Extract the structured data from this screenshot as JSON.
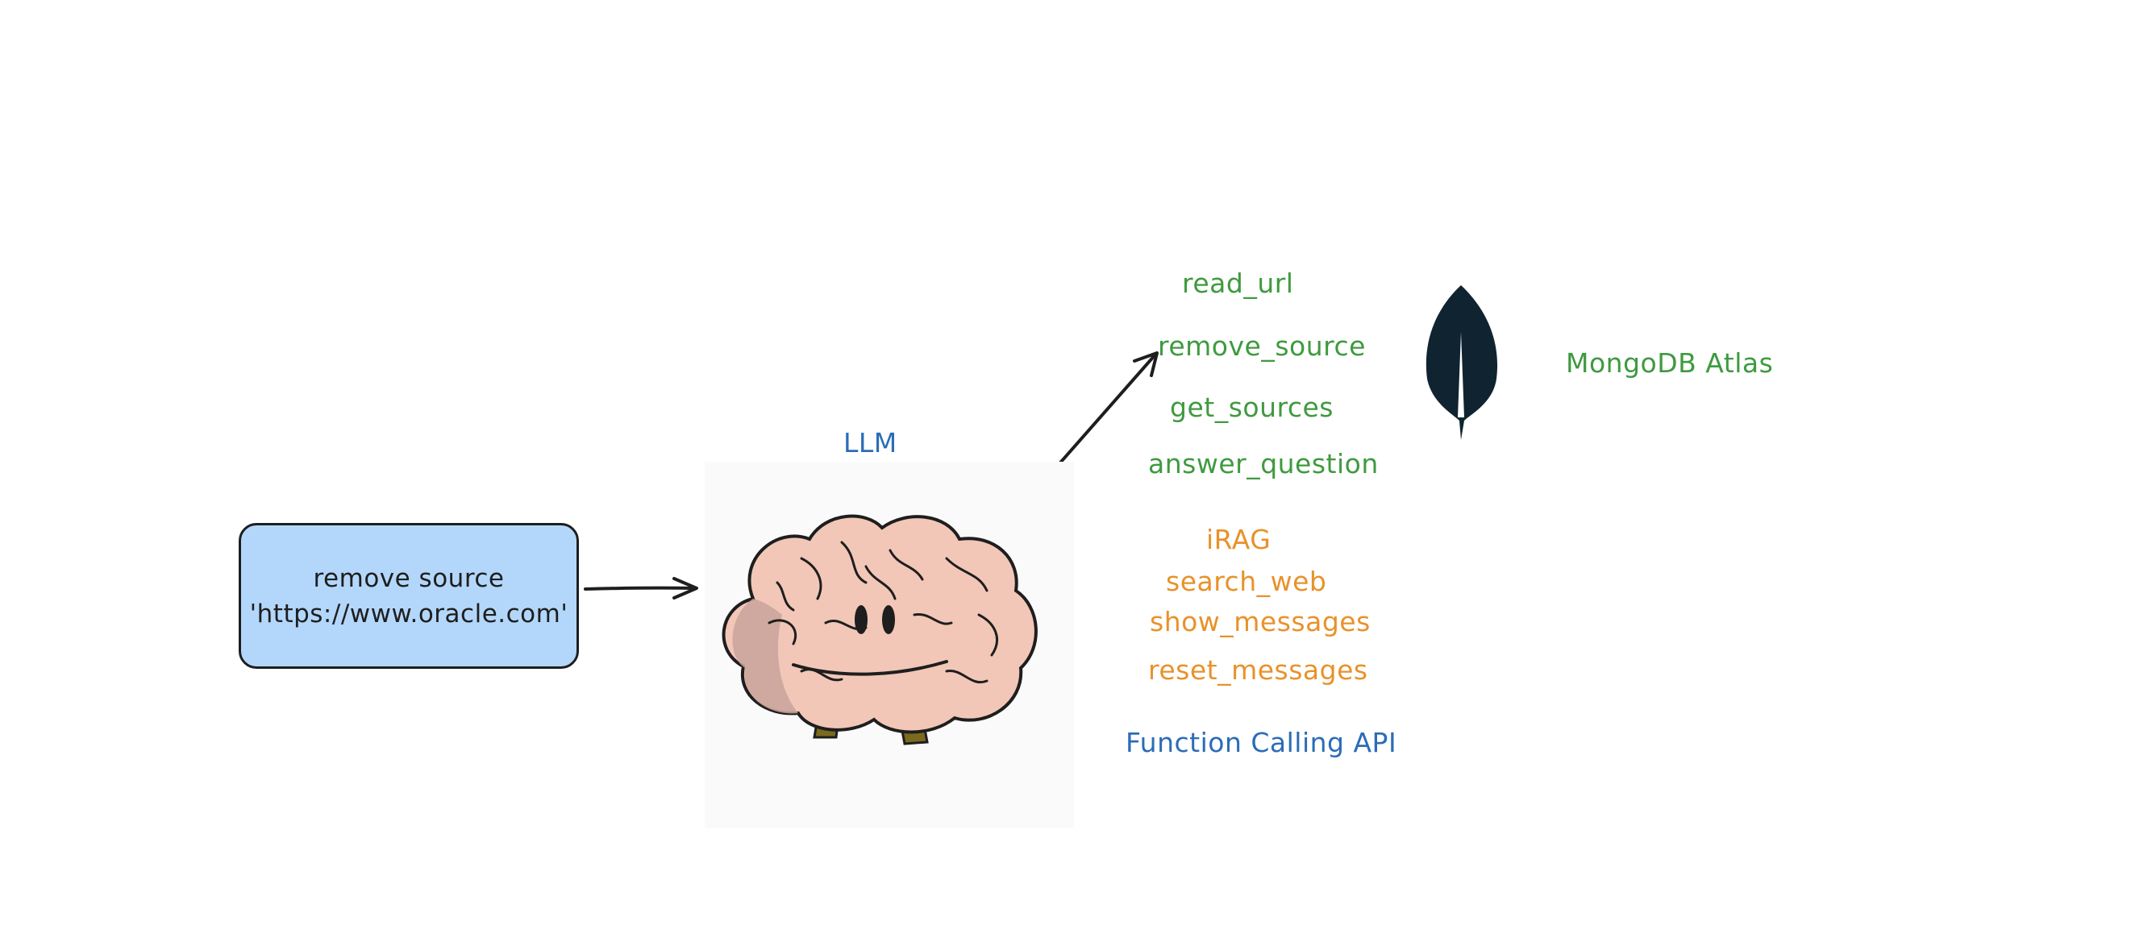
{
  "input_box": {
    "line1": "remove source",
    "line2": "'https://www.oracle.com'"
  },
  "llm_label": "LLM",
  "functions_green": [
    "read_url",
    "remove_source",
    "get_sources",
    "answer_question"
  ],
  "functions_orange": [
    "iRAG",
    "search_web",
    "show_messages",
    "reset_messages"
  ],
  "api_label": "Function Calling API",
  "db_label": "MongoDB Atlas",
  "icons": {
    "brain": "brain-illustration",
    "leaf": "mongodb-leaf-icon"
  },
  "colors": {
    "green": "#3f9a3f",
    "orange": "#e8922a",
    "blue": "#2b6cb8",
    "box_fill": "#b3d7fb",
    "leaf": "#0f2430",
    "stroke": "#1e1e1e"
  }
}
